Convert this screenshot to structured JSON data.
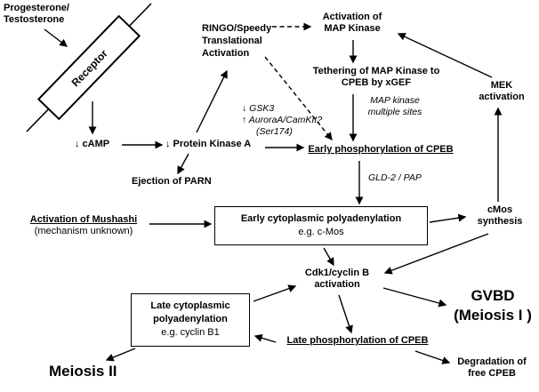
{
  "colors": {
    "background": "#ffffff",
    "line": "#000000",
    "text": "#000000"
  },
  "diagram": {
    "nodes": {
      "progesterone": {
        "line1": "Progesterone/",
        "line2": "Testosterone"
      },
      "receptor": {
        "label": "Receptor"
      },
      "ringo": {
        "line1": "RINGO/Speedy",
        "line2": "Translational",
        "line3": "Activation"
      },
      "map_kinase": {
        "line1": "Activation of",
        "line2": "MAP Kinase"
      },
      "tethering": {
        "line1": "Tethering of MAP Kinase to",
        "line2": "CPEB by xGEF"
      },
      "map_kinase_sites": {
        "line1": "MAP kinase",
        "line2": "multiple sites"
      },
      "mek": {
        "line1": "MEK",
        "line2": "activation"
      },
      "camp": {
        "label": "↓ cAMP"
      },
      "pka": {
        "label": "↓ Protein Kinase A"
      },
      "kinase_notes": {
        "line1": "↓ GSK3",
        "line2": "↑ AuroraA/CamKII?",
        "line3": "(Ser174)"
      },
      "early_phospho": {
        "label": "Early phosphorylation of CPEB"
      },
      "ejection_parn": {
        "label": "Ejection of PARN"
      },
      "gld2": {
        "label": "GLD-2 / PAP"
      },
      "mushashi": {
        "line1": "Activation of Mushashi",
        "line2": "(mechanism unknown)"
      },
      "early_poly_box": {
        "line1": "Early cytoplasmic polyadenylation",
        "line2": "e.g. c-Mos"
      },
      "cmos": {
        "line1": "cMos",
        "line2": "synthesis"
      },
      "cdk1": {
        "line1": "Cdk1/cyclin B",
        "line2": "activation"
      },
      "gvbd": {
        "line1": "GVBD",
        "line2": "(Meiosis I )"
      },
      "late_poly_box": {
        "line1": "Late cytoplasmic",
        "line2": "polyadenylation",
        "line3": "e.g. cyclin B1"
      },
      "late_phospho": {
        "label": "Late phosphorylation of CPEB"
      },
      "meiosis2": {
        "label": "Meiosis II"
      },
      "degradation": {
        "line1": "Degradation of",
        "line2": "free CPEB"
      }
    },
    "edges": [
      {
        "from": "progesterone-testosterone",
        "to": "receptor",
        "style": "solid"
      },
      {
        "from": "receptor",
        "to": "camp-decrease",
        "style": "solid"
      },
      {
        "from": "camp-decrease",
        "to": "protein-kinase-a",
        "style": "solid"
      },
      {
        "from": "protein-kinase-a",
        "to": "ringo-speedy-translational-activation",
        "style": "solid"
      },
      {
        "from": "ringo-speedy-translational-activation",
        "to": "activation-of-map-kinase",
        "style": "dashed"
      },
      {
        "from": "ringo-speedy-translational-activation",
        "to": "early-phosphorylation-of-cpeb",
        "style": "dashed"
      },
      {
        "from": "activation-of-map-kinase",
        "to": "tethering-of-map-kinase-to-cpeb-by-xgef",
        "style": "solid"
      },
      {
        "from": "tethering-of-map-kinase-to-cpeb-by-xgef",
        "to": "early-phosphorylation-of-cpeb",
        "style": "solid"
      },
      {
        "from": "mek-activation",
        "to": "activation-of-map-kinase",
        "style": "solid"
      },
      {
        "from": "protein-kinase-a",
        "to": "early-phosphorylation-of-cpeb",
        "style": "solid"
      },
      {
        "from": "protein-kinase-a",
        "to": "ejection-of-parn",
        "style": "solid"
      },
      {
        "from": "early-phosphorylation-of-cpeb",
        "to": "early-cytoplasmic-polyadenylation",
        "style": "solid",
        "via_label": "GLD-2 / PAP"
      },
      {
        "from": "activation-of-mushashi",
        "to": "early-cytoplasmic-polyadenylation",
        "style": "solid"
      },
      {
        "from": "early-cytoplasmic-polyadenylation",
        "to": "cmos-synthesis",
        "style": "solid"
      },
      {
        "from": "cmos-synthesis",
        "to": "mek-activation",
        "style": "solid"
      },
      {
        "from": "early-cytoplasmic-polyadenylation",
        "to": "cdk1-cyclin-b-activation",
        "style": "solid"
      },
      {
        "from": "cmos-synthesis",
        "to": "cdk1-cyclin-b-activation",
        "style": "solid"
      },
      {
        "from": "cdk1-cyclin-b-activation",
        "to": "gvbd-meiosis-i",
        "style": "solid"
      },
      {
        "from": "cdk1-cyclin-b-activation",
        "to": "late-phosphorylation-of-cpeb",
        "style": "solid"
      },
      {
        "from": "late-cytoplasmic-polyadenylation",
        "to": "cdk1-cyclin-b-activation",
        "style": "solid"
      },
      {
        "from": "late-phosphorylation-of-cpeb",
        "to": "late-cytoplasmic-polyadenylation",
        "style": "solid"
      },
      {
        "from": "late-cytoplasmic-polyadenylation",
        "to": "meiosis-ii",
        "style": "solid"
      },
      {
        "from": "late-phosphorylation-of-cpeb",
        "to": "degradation-of-free-cpeb",
        "style": "solid"
      }
    ]
  }
}
